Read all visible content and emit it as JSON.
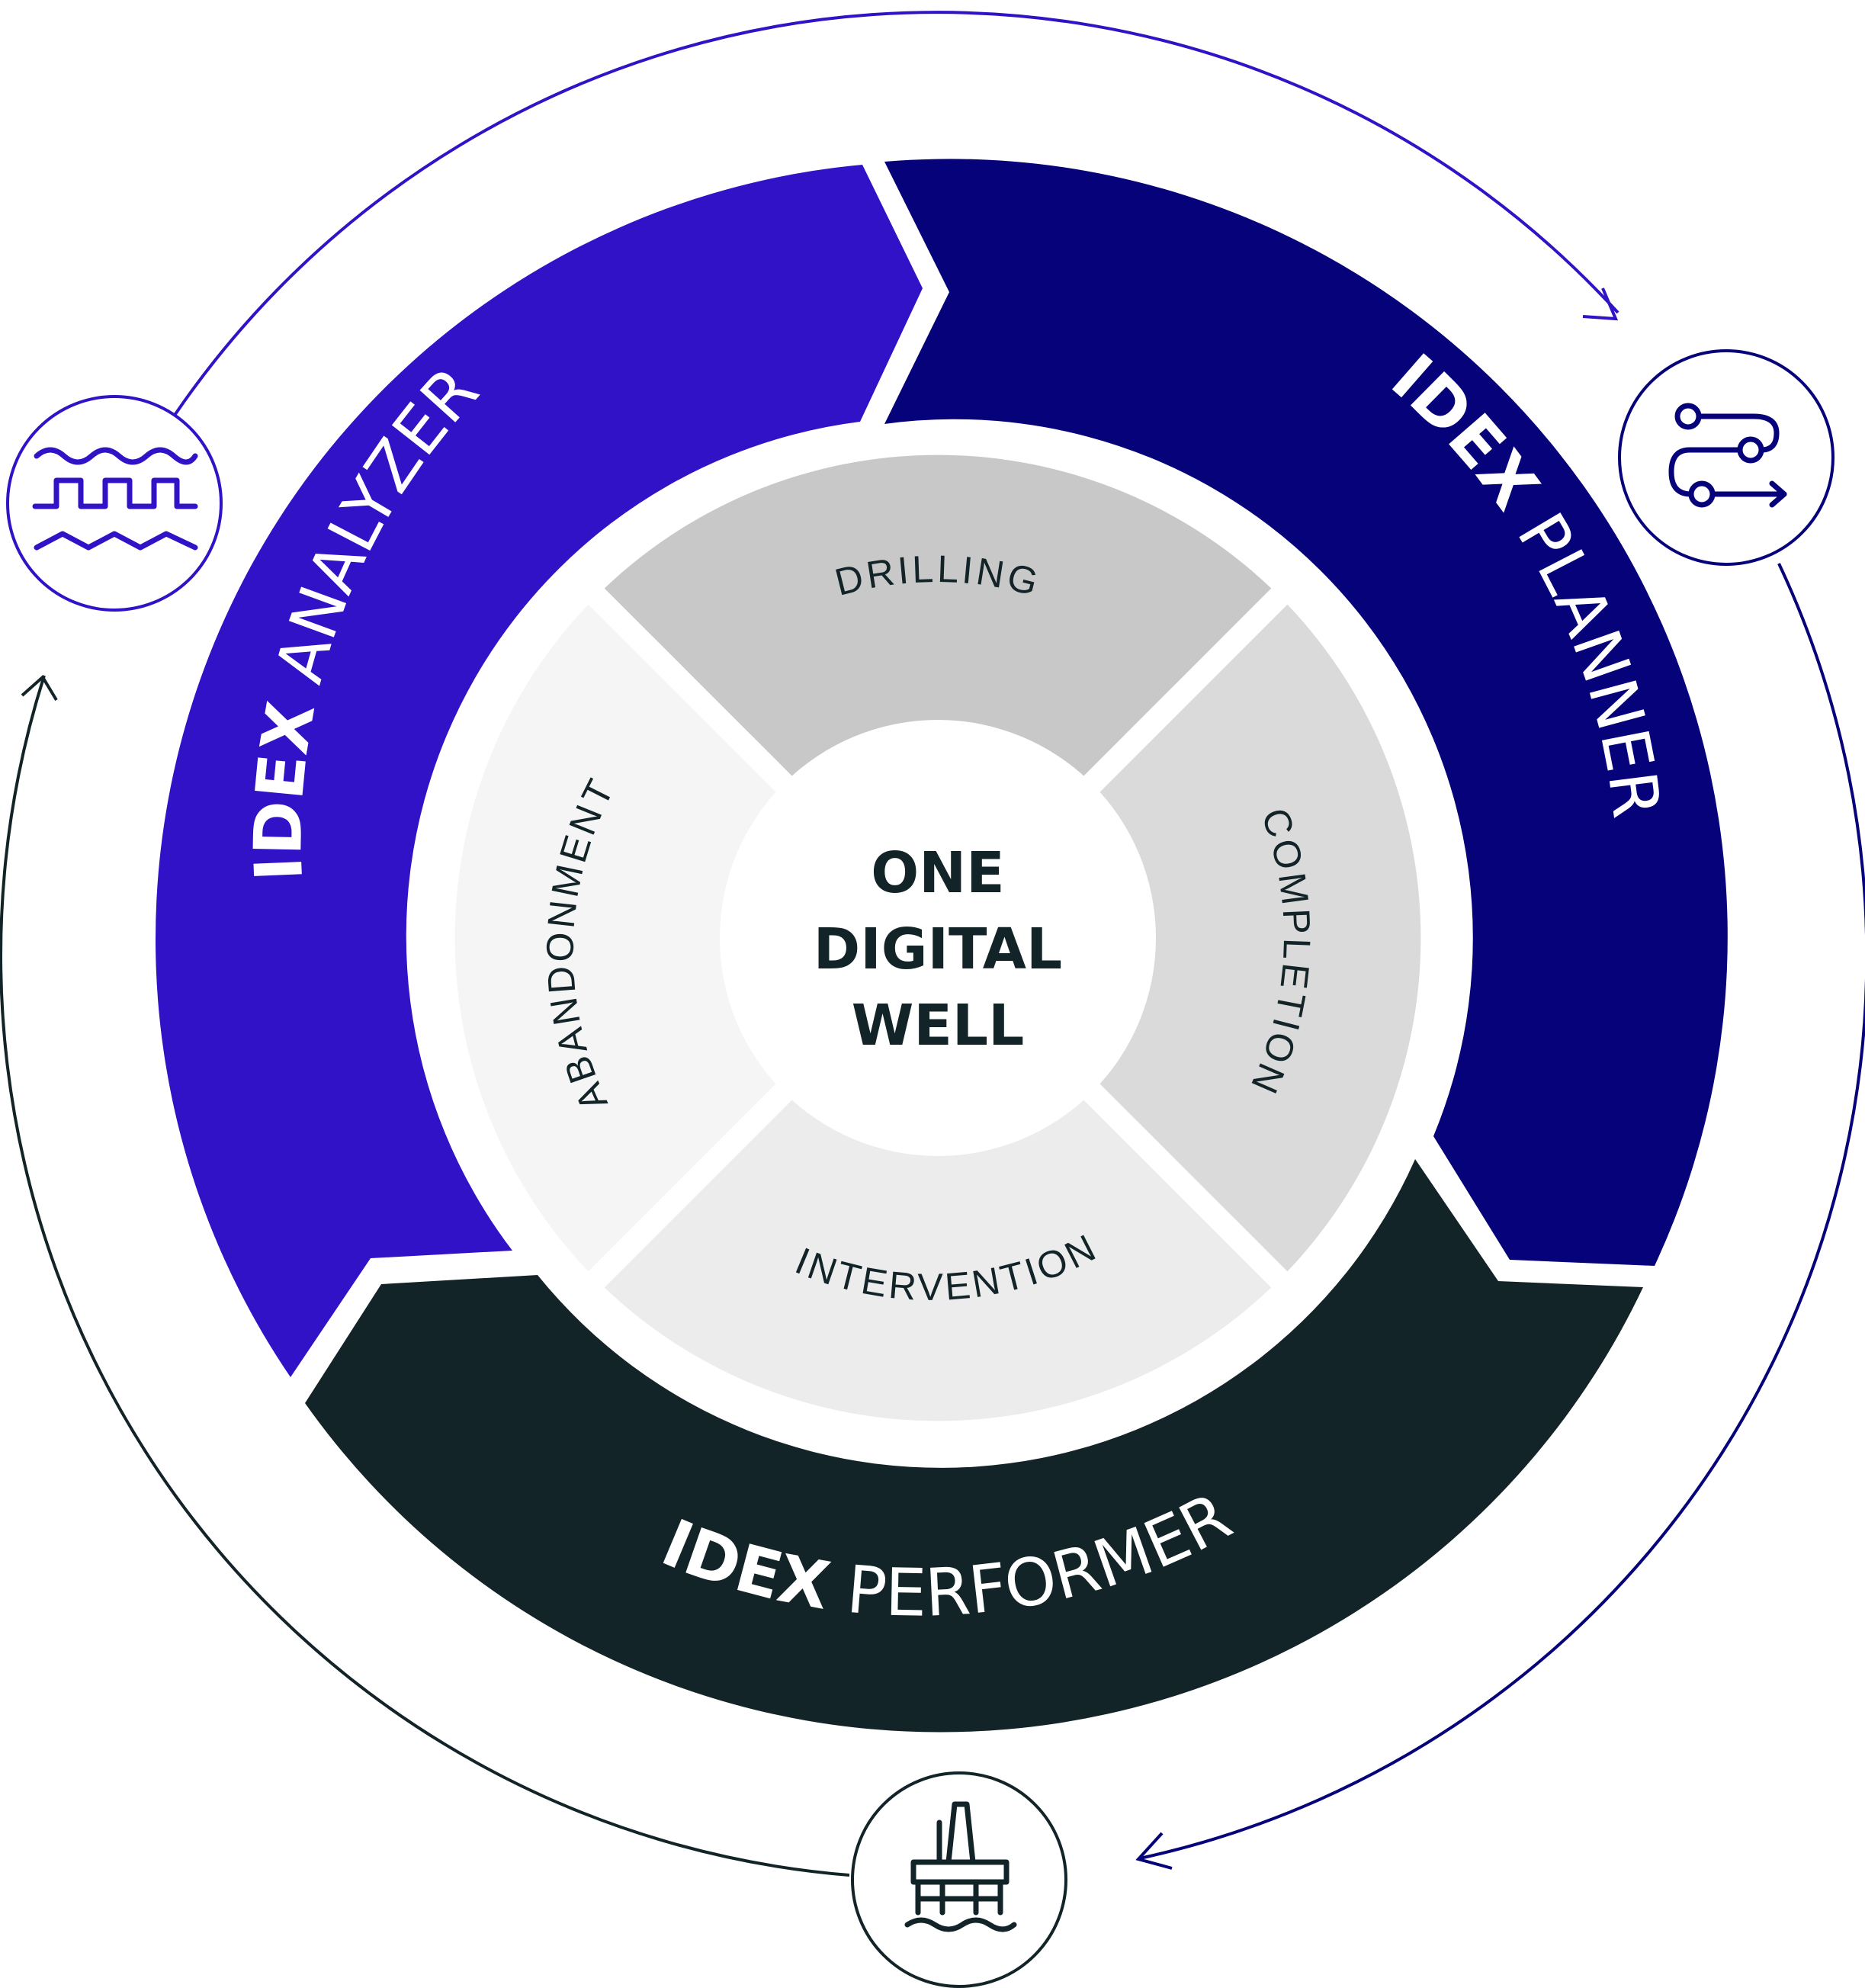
{
  "colors": {
    "analyzer": "#3112c6",
    "planner": "#06037a",
    "performer": "#132428",
    "drilling": "#c8c8c8",
    "completion": "#dadada",
    "intervention": "#ececec",
    "abandonment": "#f5f5f5",
    "center": "#ffffff",
    "text_dark": "#132428",
    "cycle_purple": "#3112c6",
    "cycle_navy": "#06037a",
    "cycle_dark": "#132428"
  },
  "center": {
    "line1": "ONE",
    "line2": "DIGITAL",
    "line3": "WELL"
  },
  "segments": {
    "drilling": "DRILLING",
    "completion": "COMPLETION",
    "intervention": "INTERVENTION",
    "abandonment": "ABANDONMENT"
  },
  "modules": {
    "analyzer": {
      "brand": "IDEX",
      "name": "ANALYZER"
    },
    "planner": {
      "brand": "IDEX",
      "name": "PLANNER"
    },
    "performer": {
      "brand": "IDEX",
      "name": "PERFORMER"
    }
  },
  "icons": {
    "analyzer": "signal-wave-icon",
    "planner": "workflow-route-icon",
    "performer": "offshore-platform-icon"
  }
}
